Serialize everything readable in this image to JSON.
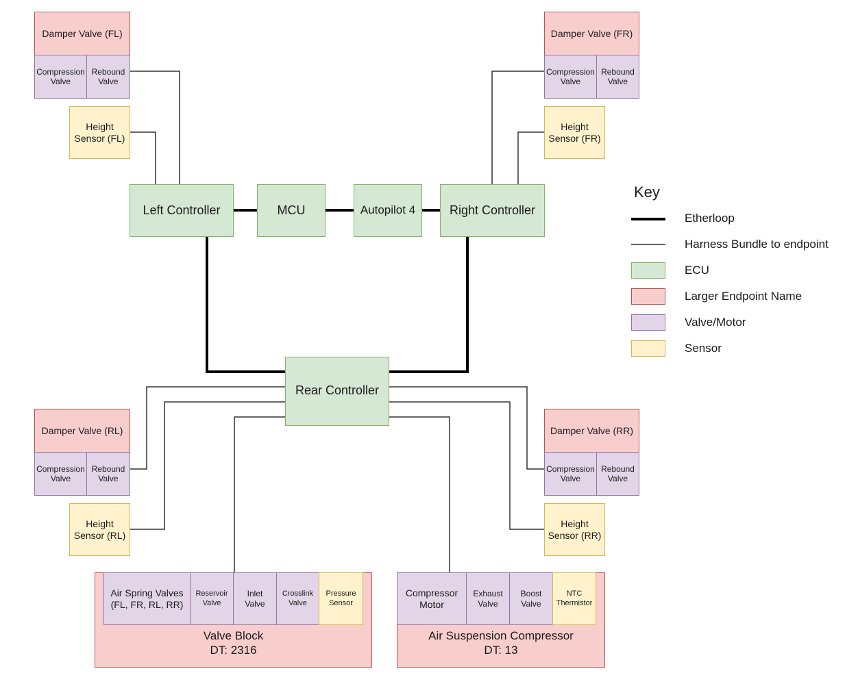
{
  "diagram": {
    "ecus": {
      "left_controller": "Left Controller",
      "mcu": "MCU",
      "autopilot": "Autopilot 4",
      "right_controller": "Right Controller",
      "rear_controller": "Rear Controller"
    },
    "corners": {
      "fl": {
        "damper": "Damper Valve (FL)",
        "compression": "Compression\nValve",
        "rebound": "Rebound\nValve",
        "sensor": "Height\nSensor (FL)"
      },
      "fr": {
        "damper": "Damper Valve (FR)",
        "compression": "Compression\nValve",
        "rebound": "Rebound\nValve",
        "sensor": "Height\nSensor (FR)"
      },
      "rl": {
        "damper": "Damper Valve (RL)",
        "compression": "Compression\nValve",
        "rebound": "Rebound\nValve",
        "sensor": "Height\nSensor (RL)"
      },
      "rr": {
        "damper": "Damper Valve (RR)",
        "compression": "Compression\nValve",
        "rebound": "Rebound\nValve",
        "sensor": "Height\nSensor (RR)"
      }
    },
    "valve_block": {
      "title": "Valve Block\nDT: 2316",
      "air_spring": "Air Spring Valves\n(FL, FR, RL, RR)",
      "reservoir": "Reservoir\nValve",
      "inlet": "Inlet\nValve",
      "crosslink": "Crosslink\nValve",
      "pressure": "Pressure\nSensor"
    },
    "compressor": {
      "title": "Air Suspension Compressor\nDT: 13",
      "motor": "Compressor\nMotor",
      "exhaust": "Exhaust\nValve",
      "boost": "Boost\nValve",
      "ntc": "NTC\nThermistor"
    }
  },
  "legend": {
    "title": "Key",
    "items": [
      {
        "label": "Etherloop",
        "type": "thick-line"
      },
      {
        "label": "Harness Bundle to endpoint",
        "type": "thin-line"
      },
      {
        "label": "ECU",
        "type": "swatch",
        "fill": "#d5e8d4",
        "stroke": "#82b366"
      },
      {
        "label": "Larger Endpoint Name",
        "type": "swatch",
        "fill": "#f8cecc",
        "stroke": "#b85450"
      },
      {
        "label": "Valve/Motor",
        "type": "swatch",
        "fill": "#e1d5e7",
        "stroke": "#9673a6"
      },
      {
        "label": "Sensor",
        "type": "swatch",
        "fill": "#fff2cc",
        "stroke": "#d6b656"
      }
    ]
  }
}
